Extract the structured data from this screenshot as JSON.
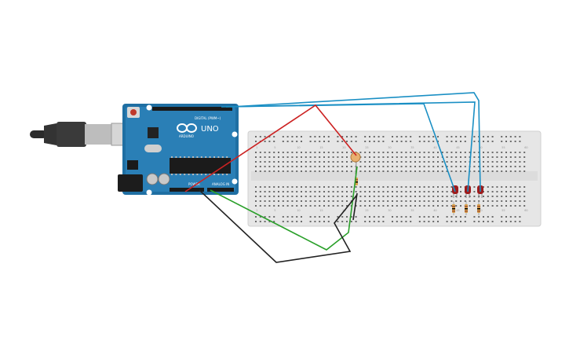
{
  "arduino": {
    "model_label": "UNO",
    "brand_label": "ARDUINO",
    "digital_label": "DIGITAL (PWM~)",
    "power_label": "POWER",
    "analog_label": "ANALOG IN",
    "icon": "infinity-logo-icon"
  },
  "breadboard": {
    "column_numbers": [
      "1",
      "5",
      "10",
      "15",
      "20",
      "25",
      "30",
      "35",
      "40",
      "45",
      "50",
      "55",
      "60"
    ]
  },
  "components": {
    "leds": {
      "count": 3,
      "color": "#9e1b1b"
    },
    "photoresistor": {
      "icon": "photoresistor-icon"
    },
    "resistors": {
      "count": 4
    }
  },
  "wires": {
    "colors": {
      "red": "#cc2222",
      "blue": "#1a8fc4",
      "green": "#2aa02a",
      "black": "#222222"
    }
  }
}
